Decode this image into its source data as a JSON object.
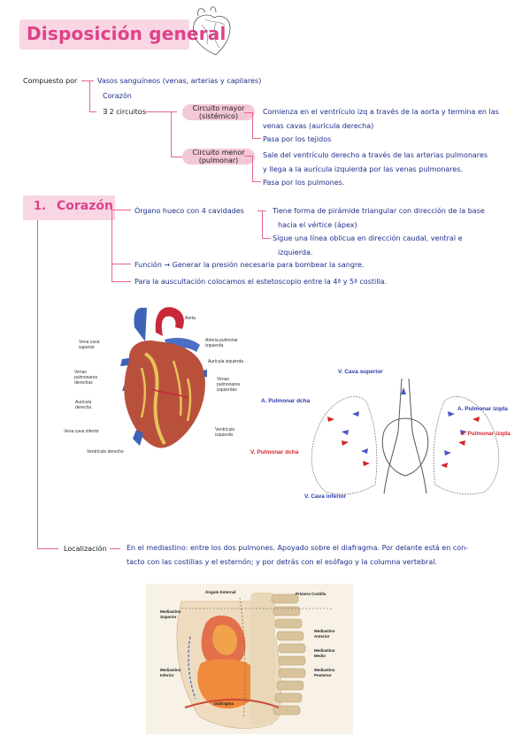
{
  "header": {
    "title": "Disposición general"
  },
  "composition": {
    "label": "Compuesto por",
    "items": [
      "Vasos sanguíneos (venas, arterias y capilares)",
      "Corazón",
      "∃ 2 circuitos"
    ],
    "major_circuit": {
      "label_line1": "Circuito mayor",
      "label_line2": "(sistémico)",
      "notes": [
        "Comienza en el ventrículo izq a través de la aorta y termina en las",
        "venas cavas (aurícula derecha)",
        "Pasa por los tejidos"
      ]
    },
    "minor_circuit": {
      "label_line1": "Circuito menor",
      "label_line2": "(pulmonar)",
      "notes": [
        "Sale del ventrículo derecho a través de las arterias pulmonares",
        "y llega a la aurícula izquierda por las venas pulmonares.",
        "Pasa por los pulmones."
      ]
    }
  },
  "section1": {
    "number": "1.",
    "title": "Corazón",
    "organ": "Órgano hueco con 4 cavidades",
    "shape_lines": [
      "Tiene forma de pirámide triangular con dirección de la base",
      "hacia el vértice (ápex)"
    ],
    "direction_lines": [
      "Sigue una línea oblicua en dirección caudal, ventral e",
      "izquierda."
    ],
    "function": "Función → Generar la presión necesaria para bombear la sangre.",
    "auscultation": "Para la auscultación colocamos el estetoscopio entre la 4ª y 5ª costilla.",
    "location_label": "Localización",
    "location_lines": [
      "En el mediastino: entre los dos pulmones. Apoyado sobre el diafragma. Por delante está en con-",
      "tacto con las costillas y el esternón; y por detrás con el esófago y la columna vertebral."
    ]
  },
  "heart_figure": {
    "labels": {
      "aorta": "Aorta",
      "arteria_pulmonar_line1": "Arteria pulmonar",
      "arteria_pulmonar_line2": "izquierda",
      "auricula_izq": "Aurícula izquierda",
      "vena_cava_sup_line1": "Vena cava",
      "vena_cava_sup_line2": "superior",
      "venas_pulm_der_line1": "Venas",
      "venas_pulm_der_line2": "pulmonares",
      "venas_pulm_der_line3": "derechas",
      "auricula_der_line1": "Aurícula",
      "auricula_der_line2": "derecha",
      "venas_pulm_izq_line1": "Venas",
      "venas_pulm_izq_line2": "pulmonares",
      "venas_pulm_izq_line3": "izquierdas",
      "vena_cava_inf": "Vena cava inferior",
      "ventriculo_izq_line1": "Ventrículo",
      "ventriculo_izq_line2": "izquierdo",
      "ventriculo_der": "Ventrículo derecho"
    },
    "colors": {
      "heart": "#b9503c",
      "vein": "#3d62b8",
      "artery": "#c8283a",
      "fat": "#e7c25a"
    }
  },
  "lungs_figure": {
    "labels": {
      "vena_cava_superior": "V. Cava superior",
      "a_pulmonar_dcha": "A. Pulmonar dcha",
      "a_pulmonar_izqda": "A. Pulmonar izqda",
      "v_pulmonar_izqda": "V. Pulmonar izqda",
      "v_pulmonar_dcha": "V. Pulmonar dcha",
      "vena_cava_inferior": "V. Cava inferior"
    }
  },
  "thorax_figure": {
    "labels": {
      "angulo_esternal": "Ángulo Esternal",
      "primera_costilla": "Primera Costilla",
      "mediastino_superior_line1": "Mediastino",
      "mediastino_superior_line2": "Superior",
      "mediastino_anterior_line1": "Mediastino",
      "mediastino_anterior_line2": "Anterior",
      "mediastino_medio_line1": "Mediastino",
      "mediastino_medio_line2": "Medio",
      "mediastino_inferior_line1": "Mediastino",
      "mediastino_inferior_line2": "Inferior",
      "mediastino_posterior_line1": "Mediastino",
      "mediastino_posterior_line2": "Posterior",
      "diafragma": "Diafragma"
    }
  }
}
